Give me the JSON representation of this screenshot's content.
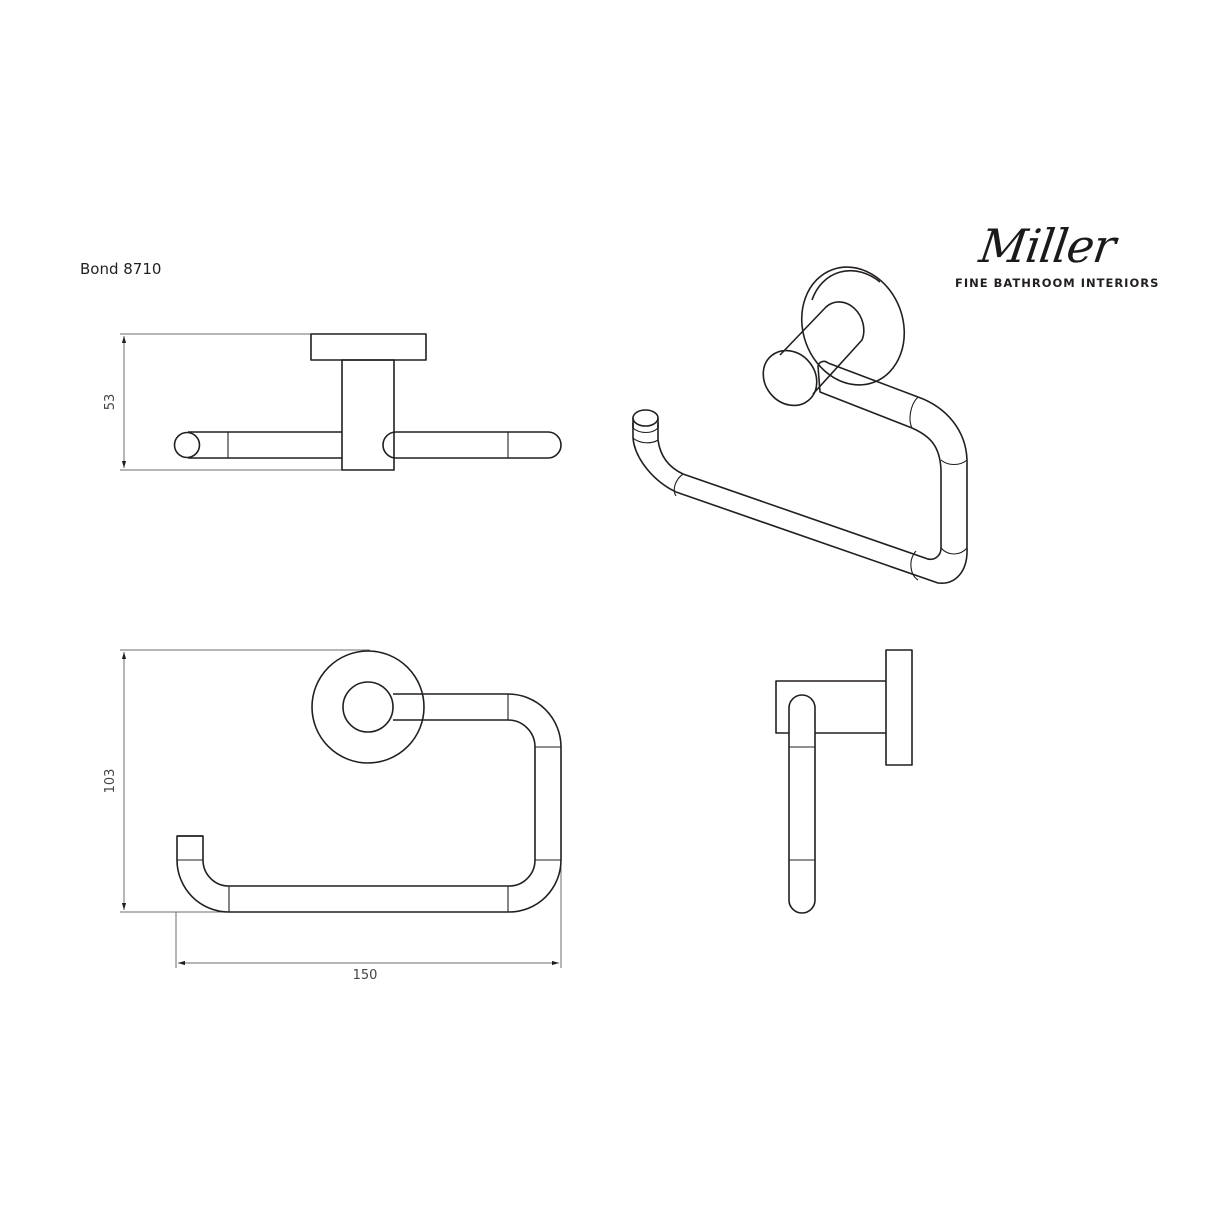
{
  "sheet": {
    "product_code": "Bond 8710",
    "brand": {
      "name": "Miller",
      "tagline": "FINE BATHROOM INTERIORS"
    }
  },
  "views": {
    "top_view": {
      "dimension_label": "53",
      "dimension_value_mm": 53,
      "orientation": "vertical"
    },
    "front_view": {
      "height_label": "103",
      "height_value_mm": 103,
      "width_label": "150",
      "width_value_mm": 150
    },
    "isometric_view": {
      "label": ""
    },
    "side_view": {
      "label": ""
    }
  },
  "colors": {
    "line": "#231f20",
    "dimension_line": "#6d6e71",
    "background": "#ffffff"
  }
}
